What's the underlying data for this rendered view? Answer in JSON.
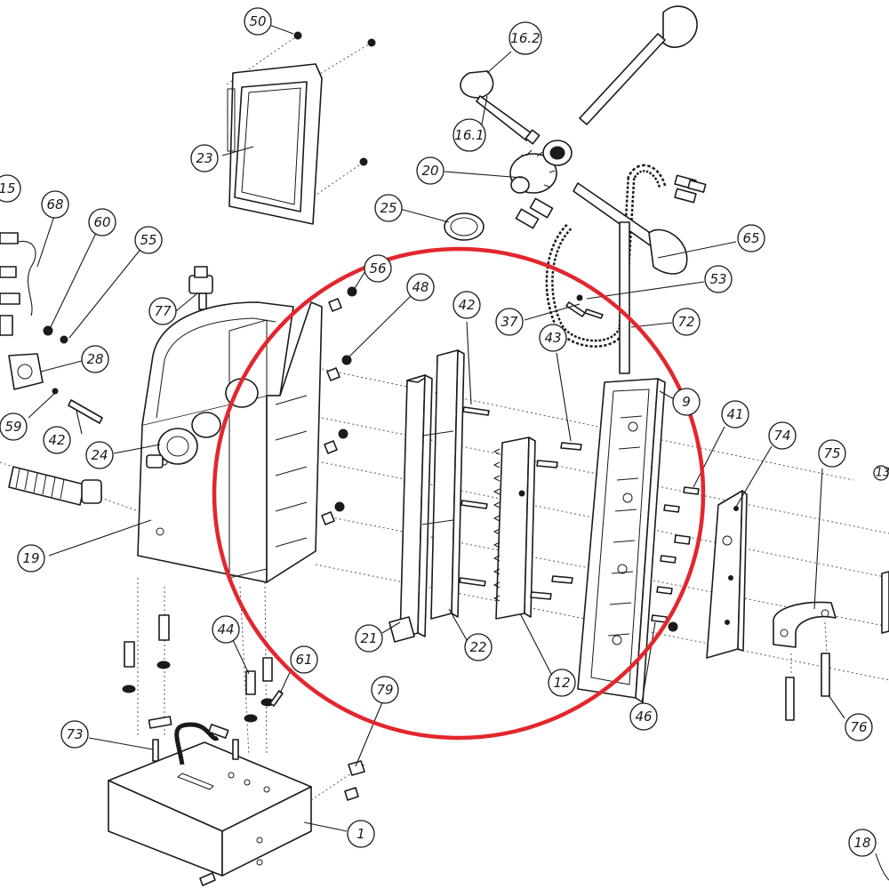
{
  "diagram": {
    "highlight_color": "#e3262d",
    "line_color": "#1a1a1a",
    "labels": {
      "l50": "50",
      "l23": "23",
      "l16_2": "16.2",
      "l16_1": "16.1",
      "l20": "20",
      "l25": "25",
      "l15": "15",
      "l68": "68",
      "l60": "60",
      "l55": "55",
      "l56": "56",
      "l48": "48",
      "l42a": "42",
      "l37": "37",
      "l43": "43",
      "l65": "65",
      "l53": "53",
      "l72": "72",
      "l77": "77",
      "l28": "28",
      "l59": "59",
      "l42b": "42",
      "l24": "24",
      "l19": "19",
      "l9": "9",
      "l41": "41",
      "l74": "74",
      "l75": "75",
      "l13": "13",
      "l21": "21",
      "l22": "22",
      "l12": "12",
      "l46": "46",
      "l76": "76",
      "l44": "44",
      "l61": "61",
      "l79": "79",
      "l73": "73",
      "l1": "1",
      "l18": "18"
    }
  }
}
